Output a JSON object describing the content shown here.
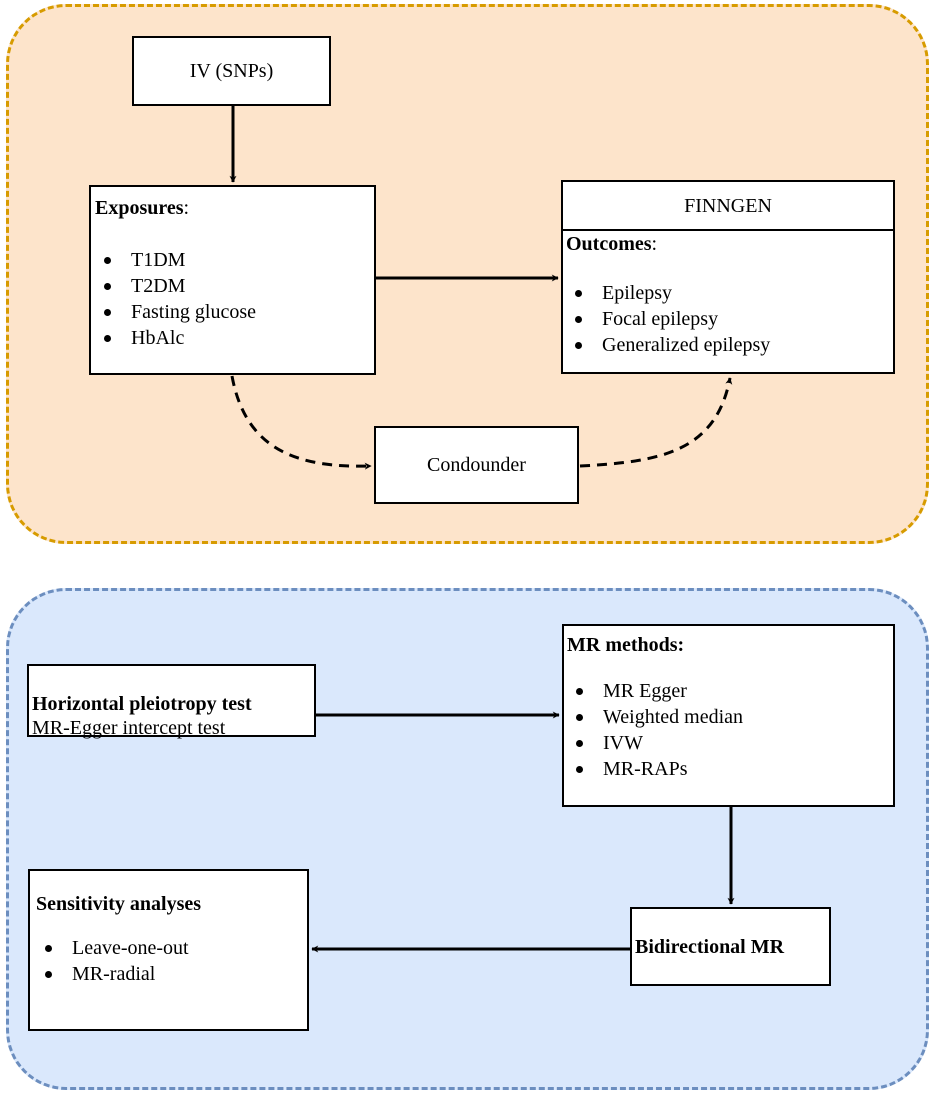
{
  "colors": {
    "top_panel_fill": "#fde4cb",
    "top_panel_border": "#d79b00",
    "bottom_panel_fill": "#dae8fc",
    "bottom_panel_border": "#6c8ebf"
  },
  "iv": {
    "label": "IV (SNPs)"
  },
  "exposures": {
    "heading": "Exposures",
    "colon": ":",
    "items": [
      "T1DM",
      "T2DM",
      "Fasting glucose",
      "HbAlc"
    ]
  },
  "finngen": {
    "title": "FINNGEN",
    "heading": "Outcomes",
    "colon": ":",
    "items": [
      "Epilepsy",
      "Focal epilepsy",
      "Generalized epilepsy"
    ]
  },
  "confounder": {
    "label": "Condounder"
  },
  "pleiotropy": {
    "heading": "Horizontal pleiotropy test",
    "subtitle": "MR-Egger intercept test"
  },
  "mr_methods": {
    "heading": "MR methods:",
    "items": [
      "MR Egger",
      "Weighted median",
      "IVW",
      "MR-RAPs"
    ]
  },
  "bidirectional": {
    "label": "Bidirectional MR"
  },
  "sensitivity": {
    "heading": "Sensitivity analyses",
    "items": [
      "Leave-one-out",
      "MR-radial"
    ]
  }
}
